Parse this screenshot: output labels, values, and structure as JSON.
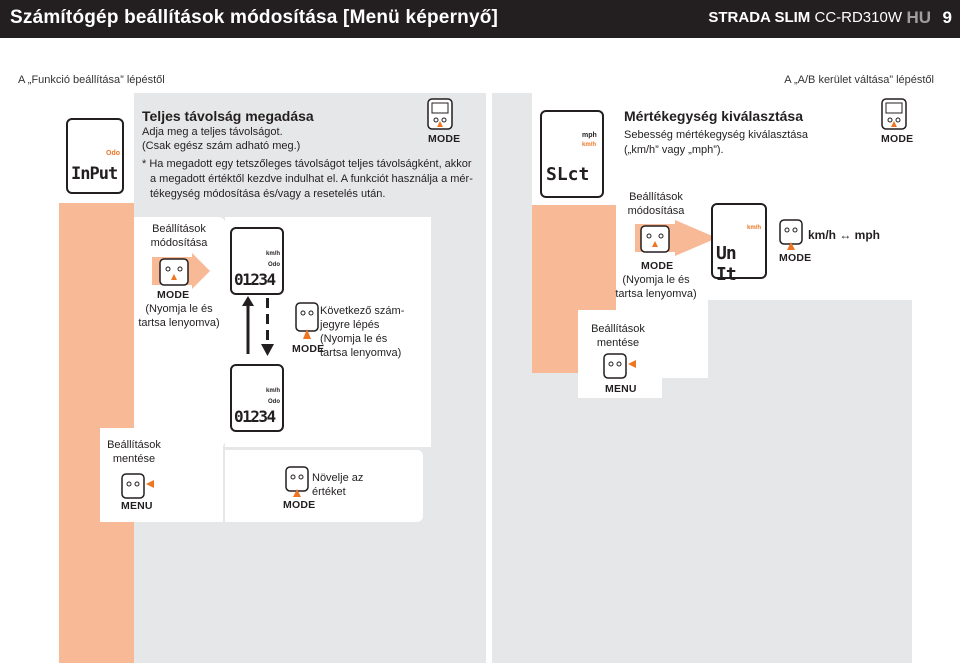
{
  "header": {
    "title": "Számítógép beállítások módosítása [Menü képernyő]",
    "model_bold": "STRADA SLIM",
    "model": "CC-RD310W",
    "lang": "HU",
    "page": "9"
  },
  "nav": {
    "from_left": "A „Funkció beállítása” lépéstől",
    "from_right": "A „A/B kerület váltása” lépéstől"
  },
  "left": {
    "lcd_unit": "Odo",
    "lcd_text": "InPut",
    "title": "Teljes távolság megadása",
    "desc1": "Adja meg a teljes távolságot.",
    "desc2": "(Csak egész szám adható meg.)",
    "note1": "* Ha megadott egy tetszőleges távolságot teljes távolságként, akkor",
    "note2": "a megadott értéktől kezdve indulhat el. A funkciót használja a mér-",
    "note3": "tékegység módosítása és/vagy a resetelés után.",
    "mode_top": "MODE",
    "settings_label1": "Beállítások",
    "settings_label2": "módosítása",
    "mode_mid": "MODE",
    "hold1": "(Nyomja le és",
    "hold2": "tartsa lenyomva)",
    "lcd2_unit1": "km/h",
    "lcd2_unit2": "Odo",
    "lcd2_digits": "01234",
    "next1": "Következő szám-",
    "next2": "jegyre lépés",
    "next3": "(Nyomja le és",
    "next4": "tartsa lenyomva)",
    "mode_next": "MODE",
    "lcd3_unit1": "km/h",
    "lcd3_unit2": "Odo",
    "lcd3_digits": "01234",
    "save1": "Beállítások",
    "save2": "mentése",
    "menu": "MENU",
    "inc1": "Növelje az",
    "inc2": "értéket",
    "mode_inc": "MODE"
  },
  "right": {
    "lcd_unit1": "mph",
    "lcd_unit2": "km/h",
    "lcd_text": "SLct",
    "title": "Mértékegység kiválasztása",
    "desc1": "Sebesség mértékegység kiválasztása",
    "desc2": "(„km/h” vagy „mph”).",
    "mode_top": "MODE",
    "settings_label1": "Beállítások",
    "settings_label2": "módosítása",
    "mode_mid": "MODE",
    "hold1": "(Nyomja le és",
    "hold2": "tartsa lenyomva)",
    "lcd2_unit": "km/h",
    "lcd2_text": "Un It",
    "mode_toggle": "MODE",
    "toggle": "km/h ↔ mph",
    "save1": "Beállítások",
    "save2": "mentése",
    "menu": "MENU"
  },
  "colors": {
    "accent": "#ee7623",
    "peach": "#f7b996",
    "grey": "#e6e7e8",
    "dark": "#231f20"
  }
}
